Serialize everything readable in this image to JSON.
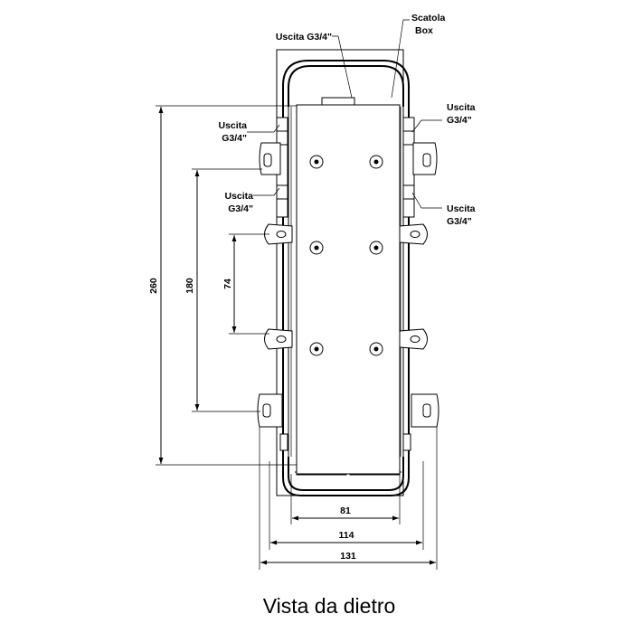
{
  "labels": {
    "top_outlet": "Uscita G3/4\"",
    "box_line1": "Scatola",
    "box_line2": "Box",
    "uscita": "Uscita",
    "thread": "G3/4\""
  },
  "dimensions": {
    "overall_height": "260",
    "bracket_spacing": "180",
    "mount_spacing": "74",
    "width_inner": "81",
    "width_mid": "114",
    "width_outer": "131"
  },
  "caption": "Vista da dietro"
}
